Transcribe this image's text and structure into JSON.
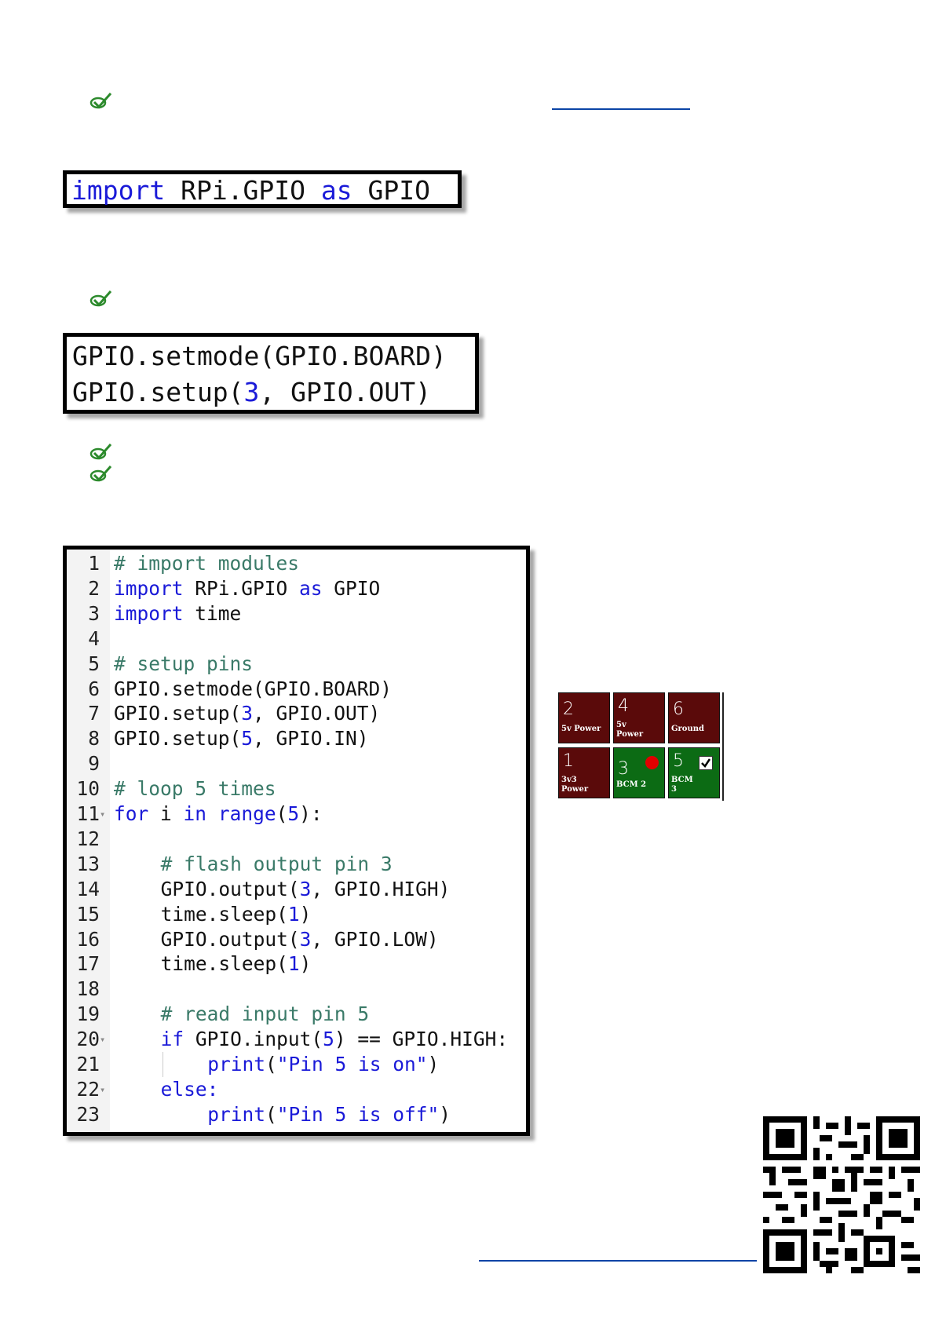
{
  "code_import": {
    "kw_import": "import",
    "module": " RPi.GPIO ",
    "kw_as": "as",
    "alias": " GPIO"
  },
  "code_setup": {
    "line1": "GPIO.setmode(GPIO.BOARD)",
    "line2_a": "GPIO.setup(",
    "line2_num": "3",
    "line2_b": ", GPIO.OUT)"
  },
  "editor": {
    "lines": [
      {
        "n": "1",
        "fold": ""
      },
      {
        "n": "2",
        "fold": ""
      },
      {
        "n": "3",
        "fold": ""
      },
      {
        "n": "4",
        "fold": ""
      },
      {
        "n": "5",
        "fold": ""
      },
      {
        "n": "6",
        "fold": ""
      },
      {
        "n": "7",
        "fold": ""
      },
      {
        "n": "8",
        "fold": ""
      },
      {
        "n": "9",
        "fold": ""
      },
      {
        "n": "10",
        "fold": ""
      },
      {
        "n": "11",
        "fold": "▾"
      },
      {
        "n": "12",
        "fold": ""
      },
      {
        "n": "13",
        "fold": ""
      },
      {
        "n": "14",
        "fold": ""
      },
      {
        "n": "15",
        "fold": ""
      },
      {
        "n": "16",
        "fold": ""
      },
      {
        "n": "17",
        "fold": ""
      },
      {
        "n": "18",
        "fold": ""
      },
      {
        "n": "19",
        "fold": ""
      },
      {
        "n": "20",
        "fold": "▾"
      },
      {
        "n": "21",
        "fold": ""
      },
      {
        "n": "22",
        "fold": "▾"
      },
      {
        "n": "23",
        "fold": ""
      }
    ],
    "code": {
      "l1": "# import modules",
      "l2_kw": "import",
      "l2_mod": " RPi.GPIO ",
      "l2_as": "as",
      "l2_alias": " GPIO",
      "l3_kw": "import",
      "l3_mod": " time",
      "l5": "# setup pins",
      "l6": "GPIO.setmode(GPIO.BOARD)",
      "l7_a": "GPIO.setup(",
      "l7_num": "3",
      "l7_b": ", GPIO.OUT)",
      "l8_a": "GPIO.setup(",
      "l8_num": "5",
      "l8_b": ", GPIO.IN)",
      "l10": "# loop 5 times",
      "l11_for": "for",
      "l11_i": " i ",
      "l11_in": "in",
      "l11_sp": " ",
      "l11_range": "range",
      "l11_p1": "(",
      "l11_num": "5",
      "l11_p2": "):",
      "l13": "# flash output pin 3",
      "l14_a": "GPIO.output(",
      "l14_num": "3",
      "l14_b": ", GPIO.HIGH)",
      "l15_a": "time.sleep(",
      "l15_num": "1",
      "l15_b": ")",
      "l16_a": "GPIO.output(",
      "l16_num": "3",
      "l16_b": ", GPIO.LOW)",
      "l17_a": "time.sleep(",
      "l17_num": "1",
      "l17_b": ")",
      "l19": "# read input pin 5",
      "l20_if": "if",
      "l20_a": " GPIO.input(",
      "l20_num": "5",
      "l20_b": ") == GPIO.HIGH:",
      "l21_print": "print",
      "l21_p": "(",
      "l21_str": "\"Pin 5 is on\"",
      "l21_e": ")",
      "l22": "else:",
      "l23_print": "print",
      "l23_p": "(",
      "l23_str": "\"Pin 5 is off\"",
      "l23_e": ")"
    }
  },
  "pins": {
    "p2": {
      "num": "2",
      "label": "5v Power"
    },
    "p4": {
      "num": "4",
      "label1": "5v",
      "label2": "Power"
    },
    "p6": {
      "num": "6",
      "label": "Ground"
    },
    "p1": {
      "num": "1",
      "label1": "3v3",
      "label2": "Power"
    },
    "p3": {
      "num": "3",
      "label": "BCM 2"
    },
    "p5": {
      "num": "5",
      "label1": "BCM",
      "label2": "3"
    }
  },
  "colors": {
    "keyword": "#1a1ad8",
    "comment": "#3a7a68",
    "check": "#2c8a2c",
    "link": "#0b44a6",
    "pin_power": "#5a0a0a",
    "pin_gpio": "#0c6b14",
    "led": "#e00000"
  },
  "icons": {
    "bullet": "check-icon",
    "qr": "qr-code"
  }
}
